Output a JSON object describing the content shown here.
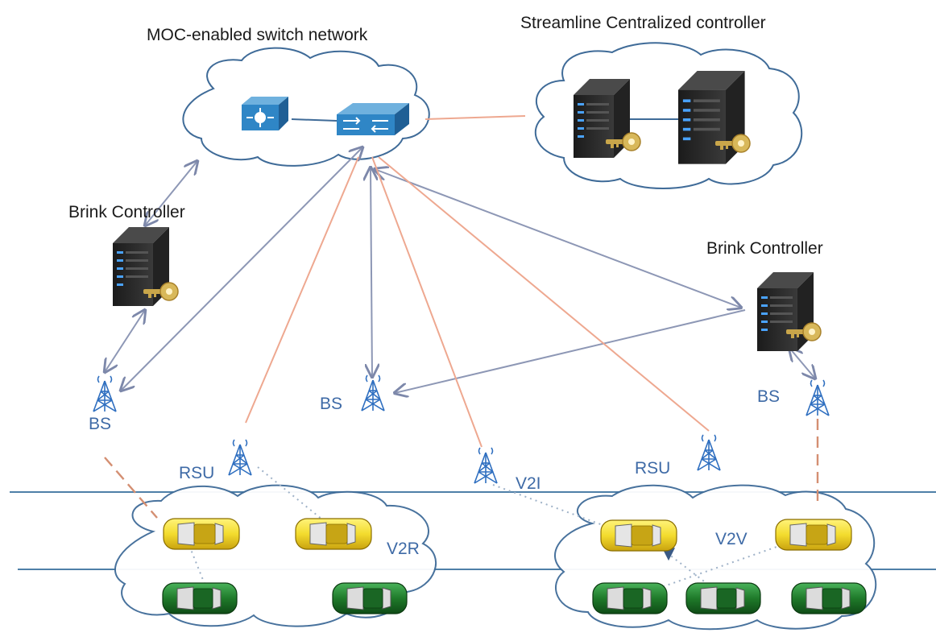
{
  "labels": {
    "switch_network": "MOC-enabled switch network",
    "central_controller": "Streamline Centralized controller",
    "brink_left": "Brink Controller",
    "brink_right": "Brink Controller",
    "bs_left": "BS",
    "bs_middle": "BS",
    "bs_right": "BS",
    "rsu_left": "RSU",
    "rsu_right": "RSU",
    "v2i": "V2I",
    "v2r": "V2R",
    "v2v": "V2V"
  },
  "colors": {
    "cloud_outline": "#3f6b98",
    "control_link": "#8d97b5",
    "data_link": "#eea890",
    "tower": "#2f6fc0",
    "car_yellow": "#f3dc2e",
    "car_green": "#1f7a2a",
    "server": "#2b2b2b",
    "key": "#c9a64a"
  },
  "icons": [
    "router-icon",
    "switch-icon",
    "server-icon",
    "key-icon",
    "antenna-tower-icon",
    "car-icon"
  ]
}
